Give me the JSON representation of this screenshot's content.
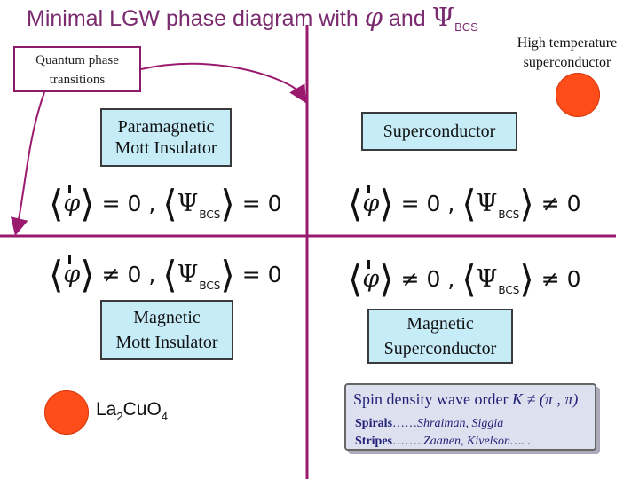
{
  "title": {
    "prefix": "Minimal LGW phase diagram with",
    "phi_symbol": "φ",
    "and": "and",
    "psi_symbol": "Ψ",
    "psi_sub": "BCS"
  },
  "annotations": {
    "quantum_phase_transitions": [
      "Quantum phase",
      "transitions"
    ],
    "high_tc": [
      "High temperature",
      "superconductor"
    ]
  },
  "phases": {
    "paramagnetic_mott": [
      "Paramagnetic",
      "Mott Insulator"
    ],
    "superconductor": "Superconductor",
    "magnetic_mott": [
      "Magnetic",
      "Mott Insulator"
    ],
    "magnetic_superconductor": [
      "Magnetic",
      "Superconductor"
    ]
  },
  "formulas": {
    "top_left": {
      "phi_rel": "= 0",
      "psi_rel": "= 0"
    },
    "top_right": {
      "phi_rel": "= 0",
      "psi_rel": "≠ 0"
    },
    "bottom_left": {
      "phi_rel": "≠ 0",
      "psi_rel": "= 0"
    },
    "bottom_right": {
      "phi_rel": "≠ 0",
      "psi_rel": "≠ 0"
    }
  },
  "compound": {
    "la": "La",
    "la_sub": "2",
    "cuo": "CuO",
    "o_sub": "4"
  },
  "sdw_box": {
    "title": "Spin density wave order",
    "k_expr": "K ≠ (π , π)",
    "spirals_label": "Spirals",
    "spirals_dots": "……",
    "spirals_authors": "Shraiman, Siggia",
    "stripes_label": "Stripes",
    "stripes_dots": "……..",
    "stripes_authors": "Zaanen, Kivelson…. ."
  },
  "colors": {
    "axis": "#9a1a6e",
    "arrow": "#9a1a6e",
    "phase_box": "#c6ecf8",
    "circle": "#ff4d1a",
    "sdw_text": "#23237a"
  }
}
